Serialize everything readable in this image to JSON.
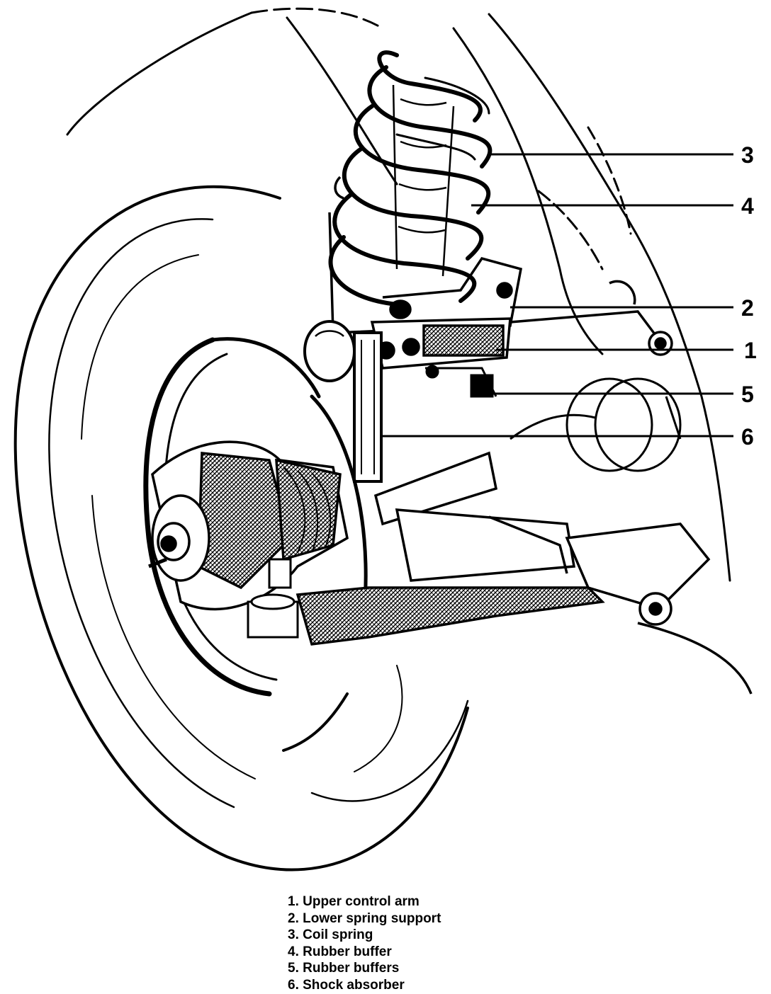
{
  "diagram": {
    "callouts": [
      "3",
      "4",
      "2",
      "1",
      "5",
      "6"
    ],
    "legend": [
      "1. Upper control arm",
      "2. Lower spring support",
      "3. Coil spring",
      "4. Rubber buffer",
      "5. Rubber buffers",
      "6. Shock absorber"
    ]
  }
}
